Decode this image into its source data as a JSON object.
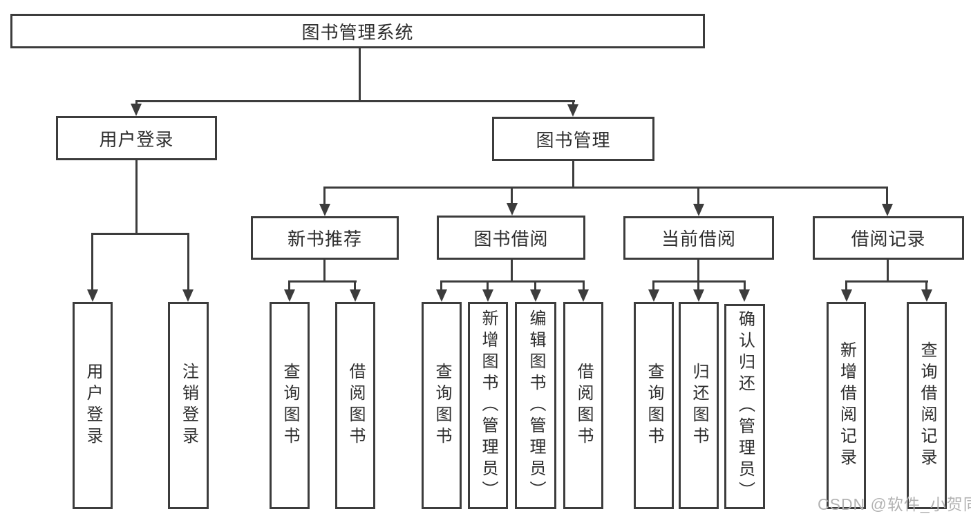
{
  "colors": {
    "line": "#3c3c3c",
    "text": "#2e2e2e",
    "box_background": "#ffffff",
    "page_background": "#ffffff",
    "watermark": "#b2b2b2"
  },
  "watermark": {
    "text": "CSDN @软件_小贺同学"
  },
  "diagram": {
    "type": "tree",
    "root": {
      "label": "图书管理系统",
      "children": [
        {
          "label": "用户登录",
          "children": [
            {
              "label": "用户登录"
            },
            {
              "label": "注销登录"
            }
          ]
        },
        {
          "label": "图书管理",
          "children": [
            {
              "label": "新书推荐",
              "children": [
                {
                  "label": "查询图书"
                },
                {
                  "label": "借阅图书"
                }
              ]
            },
            {
              "label": "图书借阅",
              "children": [
                {
                  "label": "查询图书"
                },
                {
                  "label": "新增图书（管理员）"
                },
                {
                  "label": "编辑图书（管理员）"
                },
                {
                  "label": "借阅图书"
                }
              ]
            },
            {
              "label": "当前借阅",
              "children": [
                {
                  "label": "查询图书"
                },
                {
                  "label": "归还图书"
                },
                {
                  "label": "确认归还（管理员）"
                }
              ]
            },
            {
              "label": "借阅记录",
              "children": [
                {
                  "label": "新增借阅记录"
                },
                {
                  "label": "查询借阅记录"
                }
              ]
            }
          ]
        }
      ]
    }
  }
}
